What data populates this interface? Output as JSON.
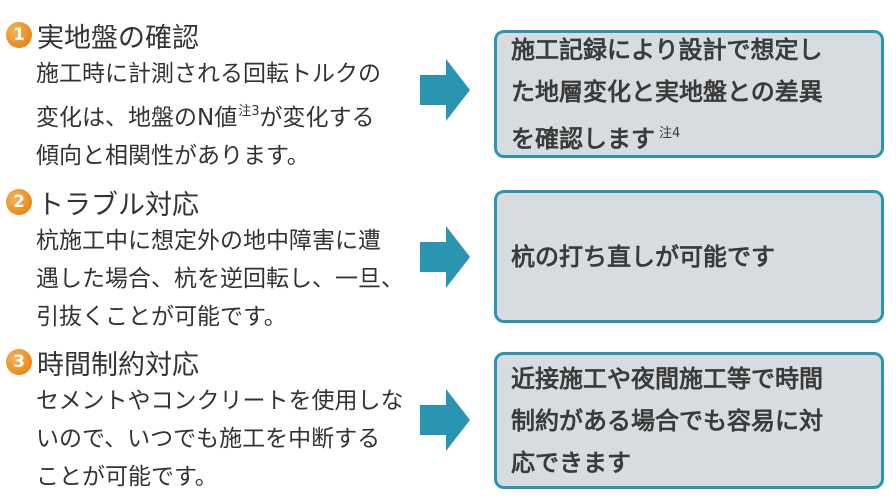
{
  "items": [
    {
      "number": "1",
      "title": "実地盤の確認",
      "desc_lines": [
        "施工時に計測される回転トルクの",
        "変化は、地盤のN値",
        "が変化する",
        "傾向と相関性があります。"
      ],
      "desc_note": "注3",
      "box_lines": [
        "施工記録により設計で想定し",
        "た地層変化と実地盤との差異",
        "を確認します"
      ],
      "box_note": "注4"
    },
    {
      "number": "2",
      "title": "トラブル対応",
      "desc_lines": [
        "杭施工中に想定外の地中障害に遭",
        "遇した場合、杭を逆回転し、一旦、",
        "引抜くことが可能です。"
      ],
      "box_lines": [
        "杭の打ち直しが可能です"
      ]
    },
    {
      "number": "3",
      "title": "時間制約対応",
      "desc_lines": [
        "セメントやコンクリートを使用しな",
        "いので、いつでも施工を中断する",
        "ことが可能です。"
      ],
      "box_lines": [
        "近接施工や夜間施工等で時間",
        "制約がある場合でも容易に対",
        "応できます"
      ]
    }
  ],
  "colors": {
    "accent": "#2a95b0",
    "box_bg": "#d6dcdf",
    "badge": "#e88a1a"
  },
  "icons": {
    "arrow": "arrow-right-icon"
  }
}
